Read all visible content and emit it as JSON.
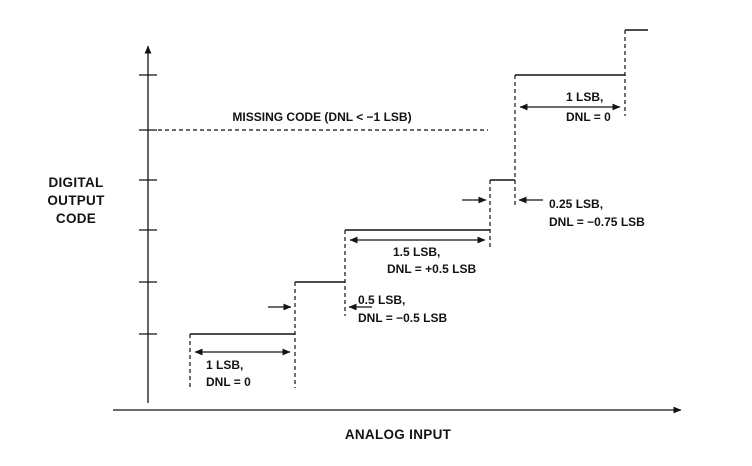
{
  "diagram": {
    "y_axis": {
      "label_lines": [
        "DIGITAL",
        "OUTPUT",
        "CODE"
      ]
    },
    "x_axis": {
      "label": "ANALOG INPUT"
    },
    "missing_code": {
      "label": "MISSING CODE (DNL < −1 LSB)"
    },
    "annotations": {
      "step1": {
        "line1": "1 LSB,",
        "line2": "DNL = 0"
      },
      "step2": {
        "line1": "0.5 LSB,",
        "line2": "DNL = −0.5 LSB"
      },
      "step3": {
        "line1": "1.5 LSB,",
        "line2": "DNL = +0.5 LSB"
      },
      "step4": {
        "line1": "0.25 LSB,",
        "line2": "DNL = −0.75 LSB"
      },
      "step5": {
        "line1": "1 LSB,",
        "line2": "DNL = 0"
      }
    }
  }
}
